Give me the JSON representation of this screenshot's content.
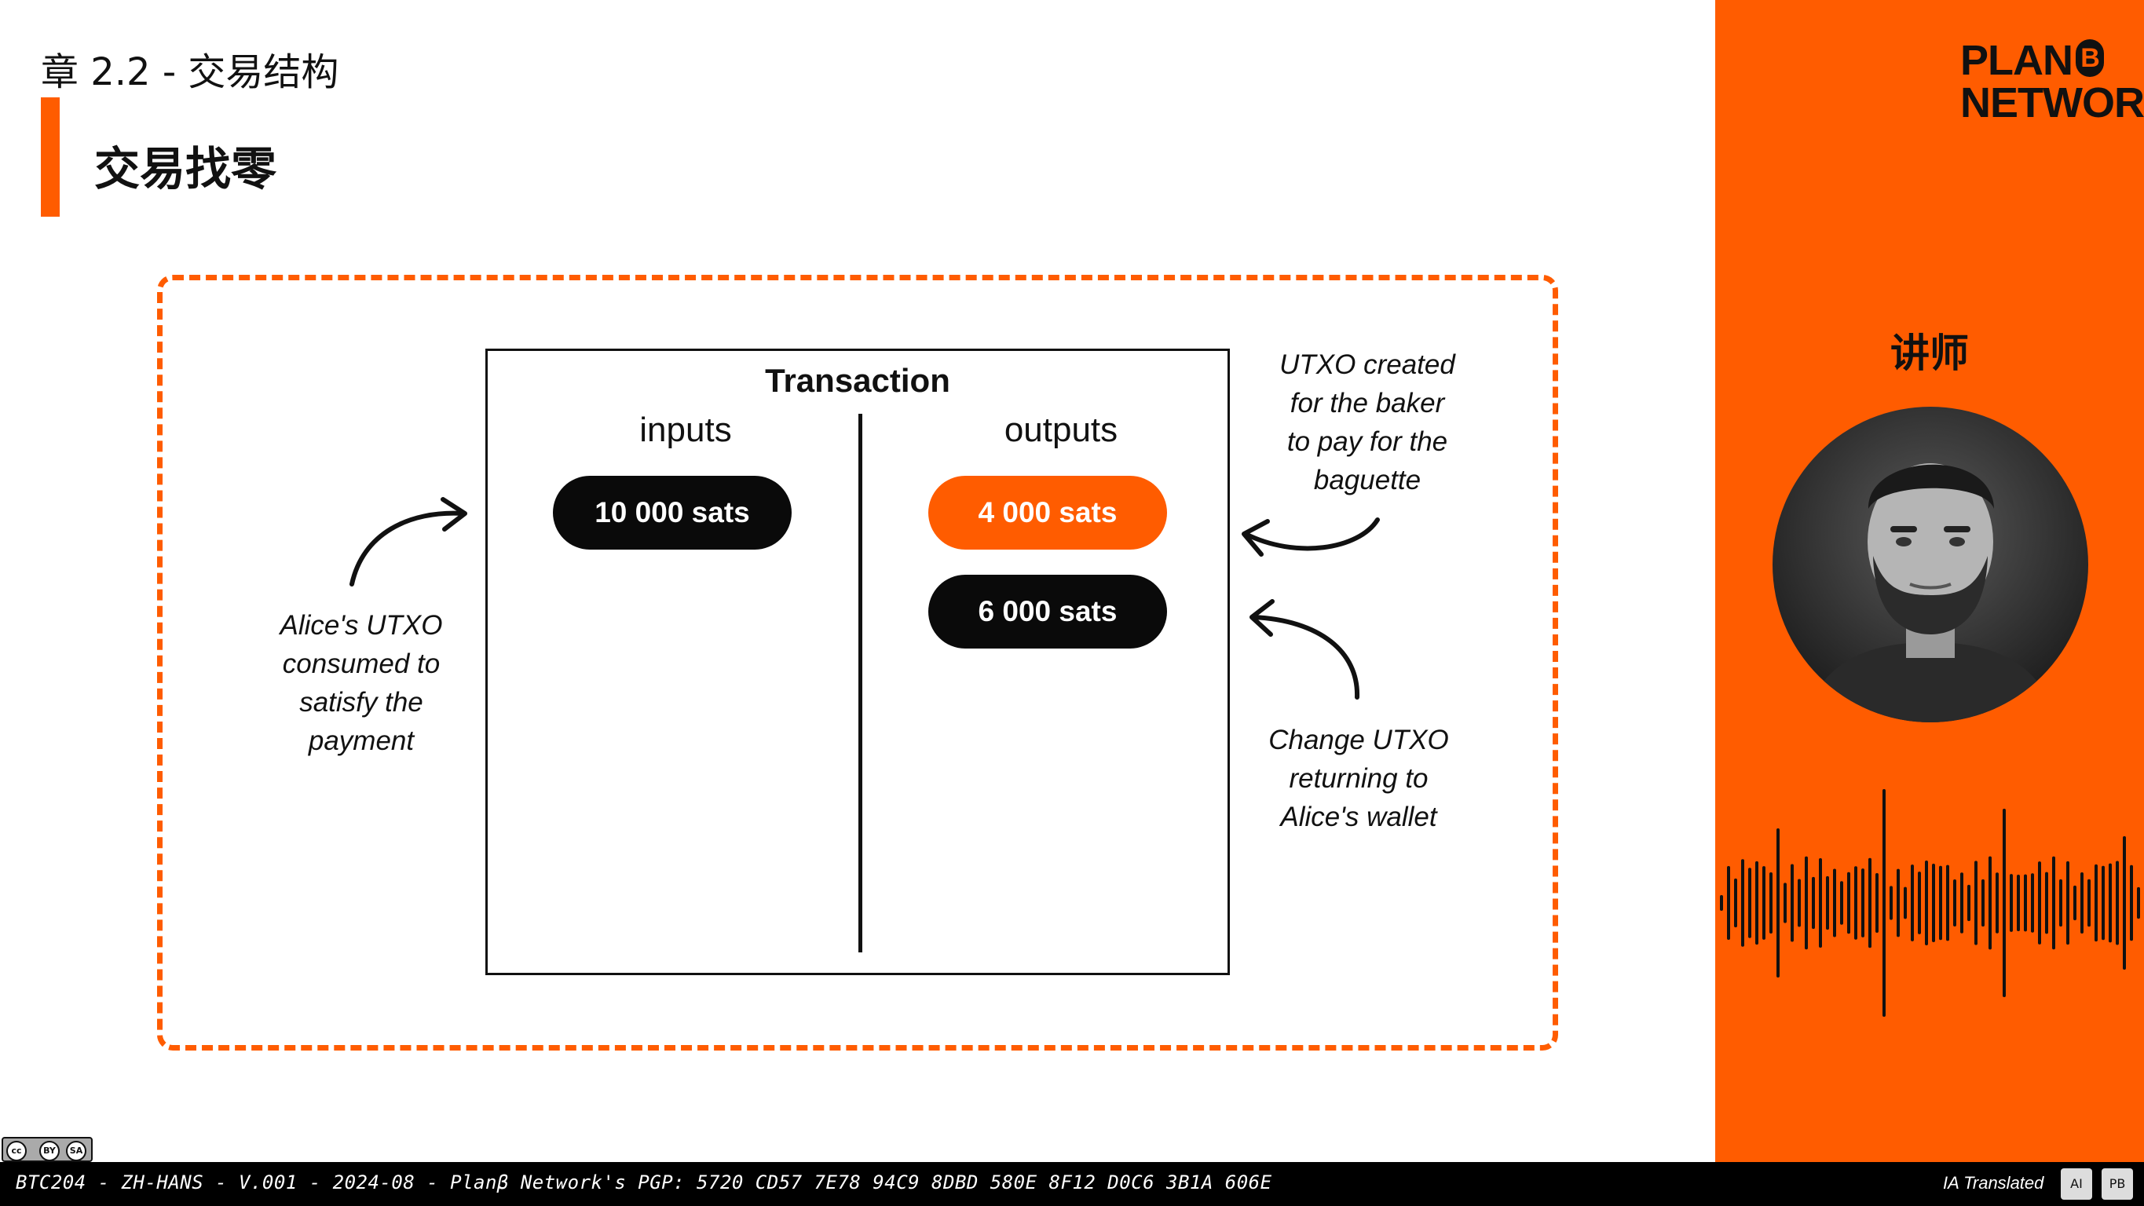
{
  "header": {
    "chapter": "章 2.2 - 交易结构",
    "title": "交易找零"
  },
  "diagram": {
    "box_title": "Transaction",
    "inputs_label": "inputs",
    "outputs_label": "outputs",
    "input_pill": "10 000 sats",
    "output_pills": [
      "4 000 sats",
      "6 000 sats"
    ],
    "notes": {
      "left": [
        "Alice's UTXO",
        "consumed to",
        "satisfy the",
        "payment"
      ],
      "top_right": [
        "UTXO created",
        "for the baker",
        "to pay for the",
        "baguette"
      ],
      "bottom_right": [
        "Change UTXO",
        "returning to",
        "Alice's wallet"
      ]
    },
    "colors": {
      "accent": "#ff5c00",
      "dark": "#0a0a0a"
    }
  },
  "sidebar": {
    "logo_line1": "PLAN",
    "logo_b": "B",
    "logo_line2": "NETWORK",
    "speaker_label": "讲师"
  },
  "footer": {
    "text": "BTC204 - ZH-HANS - V.001 - 2024-08 - Planβ Network's PGP: 5720 CD57 7E78 94C9 8DBD 580E 8F12 D0C6 3B1A 606E",
    "ai_label": "IA Translated",
    "badge_1": "AI",
    "badge_2": "PB"
  },
  "license": {
    "cc": "cc",
    "by": "BY",
    "sa": "SA"
  }
}
